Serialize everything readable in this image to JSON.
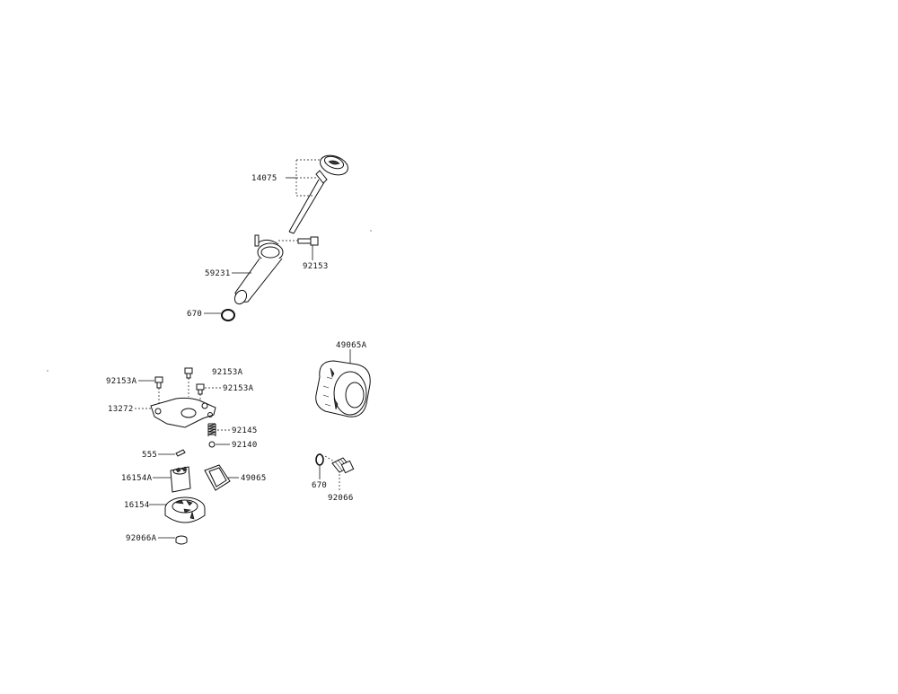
{
  "diagram": {
    "labels": {
      "dipstick": "14075",
      "filler_tube": "59231",
      "tube_bolt": "92153",
      "tube_oring": "670",
      "filter": "49065A",
      "plate_bolt_left": "92153A",
      "plate_bolt_top": "92153A",
      "plate_bolt_right": "92153A",
      "plate": "13272",
      "spring": "92145",
      "ball": "92140",
      "pin": "555",
      "inner_rotor": "16154A",
      "outer_rotor": "16154",
      "gasket": "49065",
      "plug_oring": "670",
      "drain_plug": "92066",
      "nut": "92066A"
    }
  }
}
